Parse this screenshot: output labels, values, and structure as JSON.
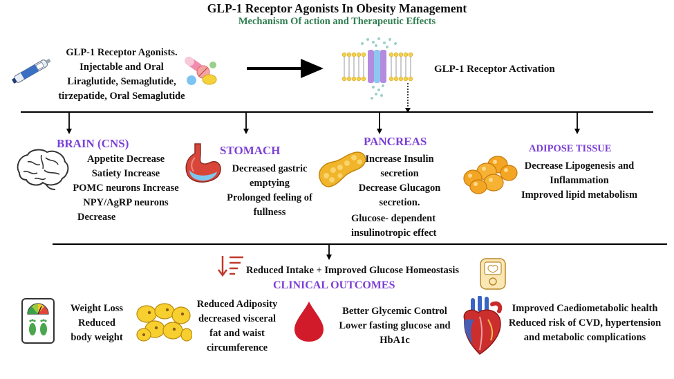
{
  "header": {
    "title": "GLP-1 Receptor Agonists In Obesity Management",
    "subtitle": "Mechanism Of action and Therapeutic Effects"
  },
  "drugs": {
    "lines": [
      "GLP-1 Receptor Agonists.",
      "Injectable and Oral",
      "Liraglutide, Semaglutide,",
      "tirzepatide, Oral Semaglutide"
    ]
  },
  "receptor": {
    "label": "GLP-1 Receptor Activation"
  },
  "organs": {
    "brain": {
      "title": "BRAIN (CNS)",
      "lines": [
        "Appetite Decrease",
        "Satiety Increase",
        "POMC neurons Increase",
        "NPY/AgRP neurons",
        "Decrease"
      ]
    },
    "stomach": {
      "title": "STOMACH",
      "lines": [
        "Decreased gastric",
        "emptying",
        "Prolonged feeling of",
        "fullness"
      ]
    },
    "pancreas": {
      "title": "PANCREAS",
      "lines": [
        "Increase Insulin",
        "secretion",
        "Decrease Glucagon",
        "secretion.",
        "Glucose- dependent",
        "insulinotropic effect"
      ]
    },
    "adipose": {
      "title": "ADIPOSE  TISSUE",
      "lines": [
        "Decrease Lipogenesis and",
        "Inflammation",
        "Improved lipid metabolism"
      ]
    }
  },
  "summary": {
    "line": "Reduced Intake + Improved Glucose Homeostasis",
    "clinical_title": "CLINICAL OUTCOMES"
  },
  "outcomes": {
    "weight": [
      "Weight Loss",
      "Reduced",
      "body weight"
    ],
    "adiposity": [
      "Reduced Adiposity",
      "decreased visceral",
      "fat and waist",
      "circumference"
    ],
    "glycemic": [
      "Better Glycemic Control",
      "Lower fasting glucose and",
      "HbA1c"
    ],
    "cardio": [
      "Improved Caediometabolic health",
      "Reduced risk of CVD, hypertension",
      "and metabolic complications"
    ]
  },
  "colors": {
    "purple": "#7b3fd6",
    "green": "#2e7d4f",
    "blood": "#d11a2a"
  },
  "icons": [
    "injection-pen-icon",
    "pills-icon",
    "arrow-right-icon",
    "cell-membrane-receptor-icon",
    "brain-icon",
    "stomach-icon",
    "pancreas-icon",
    "adipose-cells-icon",
    "sort-down-icon",
    "glucose-meter-icon",
    "weight-scale-icon",
    "fat-cells-icon",
    "blood-drop-icon",
    "heart-icon"
  ]
}
